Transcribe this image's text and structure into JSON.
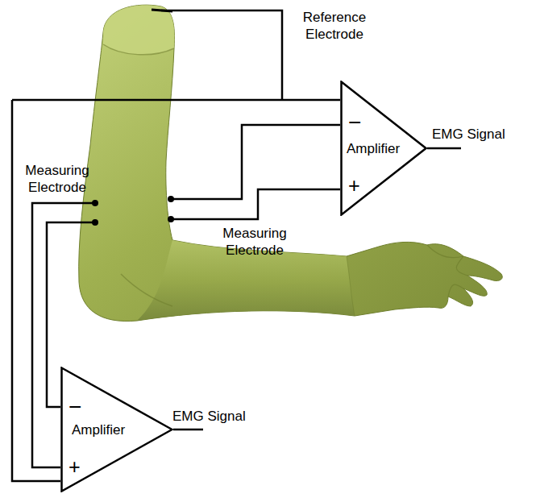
{
  "diagram": {
    "nodes": [
      {
        "text": [
          "−",
          "Amplifier",
          "+"
        ]
      },
      {
        "text": [
          "−",
          "Amplifier",
          "+"
        ]
      }
    ],
    "labels": [
      "Reference Electrode",
      "EMG Signal",
      "Measuring Electrode",
      "Measuring Electrode",
      "EMG Signal"
    ]
  }
}
